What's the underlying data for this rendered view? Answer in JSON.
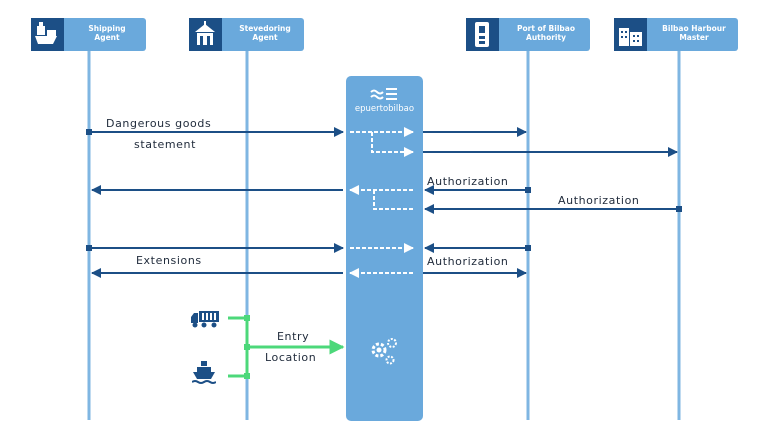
{
  "actors": [
    {
      "label": "Shipping\nAgent",
      "icon": "ship-icon"
    },
    {
      "label": "Stevedoring\nAgent",
      "icon": "building-icon"
    },
    {
      "label": "Port of Bilbao\nAuthority",
      "icon": "port-authority-icon"
    },
    {
      "label": "Bilbao Harbour\nMaster",
      "icon": "harbour-master-icon"
    }
  ],
  "hub": {
    "name": "epuertobilbao",
    "logo": "waves-logo-icon",
    "engine": "gears-icon"
  },
  "messages": {
    "dangerous_goods_1": "Dangerous goods",
    "dangerous_goods_2": "statement",
    "authorization_port": "Authorization",
    "authorization_master": "Authorization",
    "extensions": "Extensions",
    "authorization_extensions": "Authorization",
    "entry": "Entry",
    "location": "Location"
  },
  "inputs": [
    {
      "icon": "truck-icon"
    },
    {
      "icon": "vessel-icon"
    }
  ],
  "colors": {
    "actor_fill": "#6aa9dc",
    "icon_fill": "#1c4f86",
    "arrow": "#1c4f86",
    "hub_fill": "#6aa9dc",
    "lifeline": "#7fb6e2",
    "green": "#4cd87a"
  }
}
